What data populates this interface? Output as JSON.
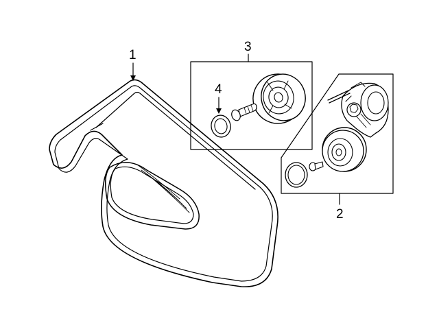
{
  "callouts": {
    "belt": "1",
    "tensioner": "2",
    "idler_pulley": "3",
    "washer": "4"
  },
  "colors": {
    "line": "#000000",
    "background": "#ffffff"
  }
}
